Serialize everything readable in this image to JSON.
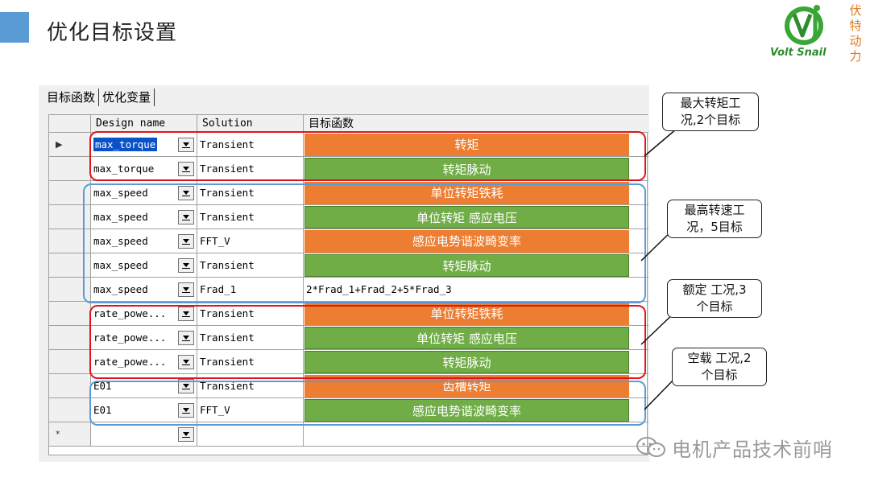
{
  "slide": {
    "title": "优化目标设置"
  },
  "logo": {
    "brand": "Volt Snail",
    "cn": "伏特动力",
    "icon": "vj-logo-icon"
  },
  "tabs": [
    {
      "label": "目标函数",
      "active": true
    },
    {
      "label": "优化变量",
      "active": false
    }
  ],
  "columns": {
    "design_name": "Design name",
    "solution": "Solution",
    "objective": "目标函数"
  },
  "rows": [
    {
      "name": "max_torque",
      "solution": "Transient",
      "objective": "转矩",
      "style": "orange",
      "selected": true
    },
    {
      "name": "max_torque",
      "solution": "Transient",
      "objective": "转矩脉动",
      "style": "green"
    },
    {
      "name": "max_speed",
      "solution": "Transient",
      "objective": "单位转矩铁耗",
      "style": "orange"
    },
    {
      "name": "max_speed",
      "solution": "Transient",
      "objective": "单位转矩 感应电压",
      "style": "green"
    },
    {
      "name": "max_speed",
      "solution": "FFT_V",
      "objective": "感应电势谐波畸变率",
      "style": "orange"
    },
    {
      "name": "max_speed",
      "solution": "Transient",
      "objective": "转矩脉动",
      "style": "green"
    },
    {
      "name": "max_speed",
      "solution": "Frad_1",
      "objective": "2*Frad_1+Frad_2+5*Frad_3",
      "style": "plain"
    },
    {
      "name": "rate_powe...",
      "solution": "Transient",
      "objective": "单位转矩铁耗",
      "style": "orange"
    },
    {
      "name": "rate_powe...",
      "solution": "Transient",
      "objective": "单位转矩 感应电压",
      "style": "green"
    },
    {
      "name": "rate_powe...",
      "solution": "Transient",
      "objective": "转矩脉动",
      "style": "green"
    },
    {
      "name": "E01",
      "solution": "Transient",
      "objective": "齿槽转矩",
      "style": "orange"
    },
    {
      "name": "E01",
      "solution": "FFT_V",
      "objective": "感应电势谐波畸变率",
      "style": "green"
    },
    {
      "name": "",
      "solution": "",
      "objective": "",
      "style": "new"
    }
  ],
  "callouts": [
    {
      "lines": [
        "最大转矩工",
        "况,2个目标"
      ]
    },
    {
      "lines": [
        "最高转速工",
        "况，5目标"
      ]
    },
    {
      "lines": [
        "额定 工况,3",
        "个目标"
      ]
    },
    {
      "lines": [
        "空载 工况,2",
        "个目标"
      ]
    }
  ],
  "watermark": {
    "text": "电机产品技术前哨",
    "icon": "wechat-icon"
  },
  "colors": {
    "orange": "#ed7d31",
    "green": "#70ad47",
    "red_group": "#e0151b",
    "blue_group": "#5b9bd5",
    "accent": "#5b9bd5"
  }
}
